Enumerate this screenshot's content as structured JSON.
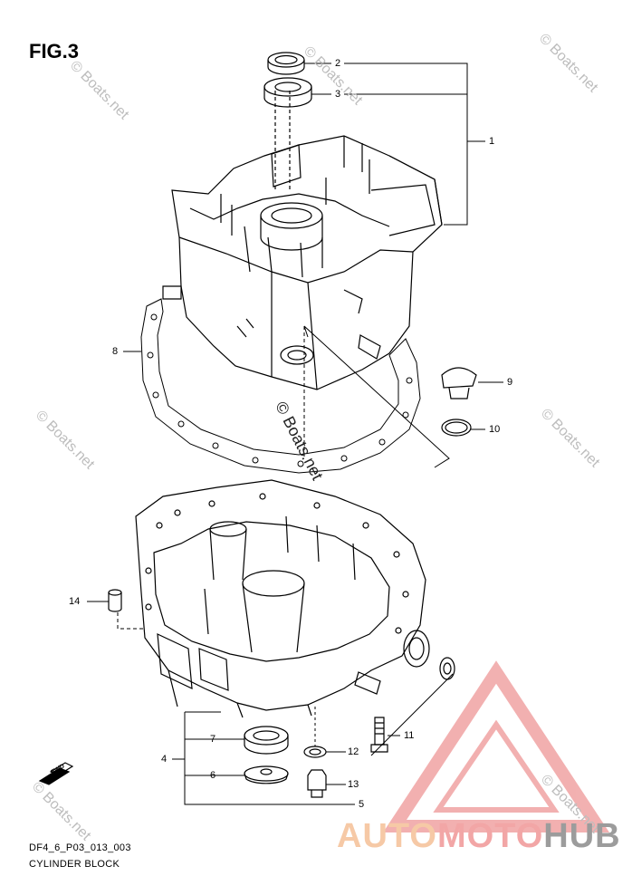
{
  "figure": {
    "title": "FIG.3"
  },
  "callouts": [
    "1",
    "2",
    "3",
    "4",
    "5",
    "6",
    "7",
    "8",
    "9",
    "10",
    "11",
    "12",
    "13",
    "14"
  ],
  "footer": {
    "code": "DF4_6_P03_013_003",
    "name": "CYLINDER BLOCK"
  },
  "watermark": {
    "small": "© Boats.net",
    "center": "© Boats.net"
  },
  "logo": {
    "part1": "AUTO",
    "part2": "MOTO",
    "part3": "HUB"
  },
  "fwd_badge": "FWD",
  "colors": {
    "line": "#000000",
    "watermark": "#bdbdbd",
    "logo_red": "#e85a5a",
    "logo_orange": "#f6c9a6",
    "logo_gray": "#9c9c9c"
  }
}
